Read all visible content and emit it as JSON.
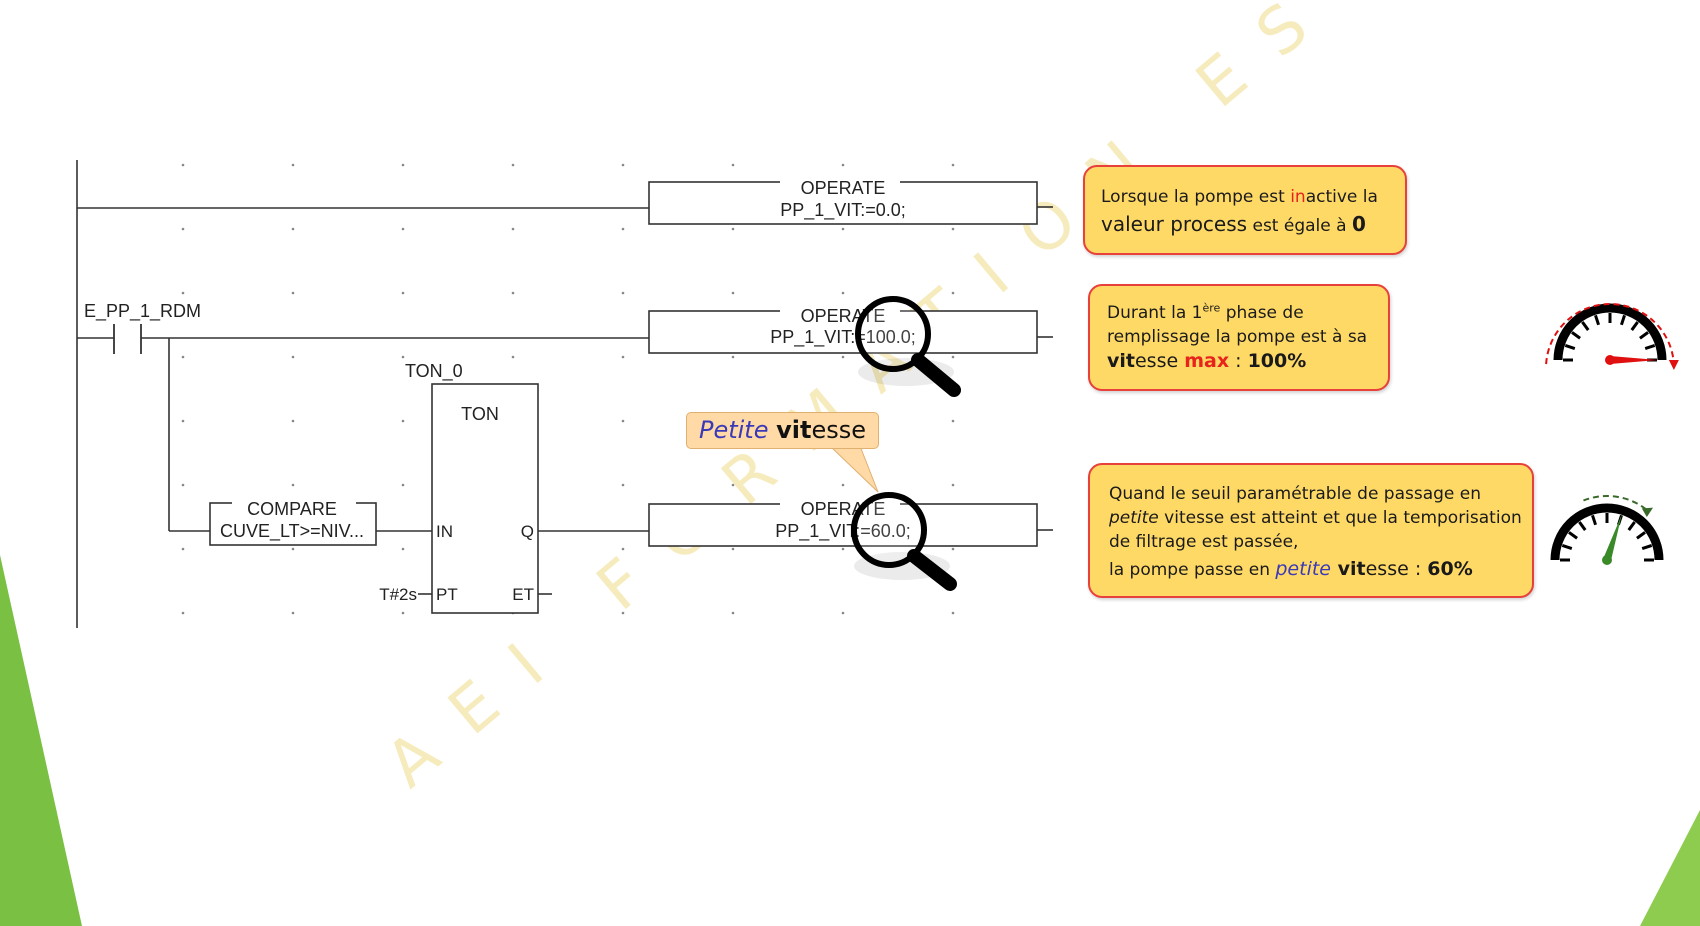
{
  "ladder": {
    "rung1": {
      "block_title": "OPERATE",
      "block_expr": "PP_1_VIT:=0.0;"
    },
    "rung2": {
      "contact_label": "E_PP_1_RDM",
      "block_title": "OPERATE",
      "block_expr": "PP_1_VIT:=100.0;"
    },
    "timer": {
      "instance": "TON_0",
      "type": "TON",
      "pin_in": "IN",
      "pin_pt": "PT",
      "pin_q": "Q",
      "pin_et": "ET",
      "preset": "T#2s"
    },
    "compare": {
      "title": "COMPARE",
      "expr": "CUVE_LT>=NIV..."
    },
    "rung3": {
      "block_title": "OPERATE",
      "block_expr": "PP_1_VIT:=60.0;"
    }
  },
  "watermark": {
    "text": "AEI FORMATION EST",
    "color": "#f3e3a0"
  },
  "bubble": {
    "italic": "Petite",
    "bold": "vit",
    "rest": "esse"
  },
  "callouts": {
    "c1": {
      "l1a": "Lorsque la pompe est ",
      "l1b": "in",
      "l1c": "active la",
      "l2a": "valeur process",
      "l2b": " est égale à ",
      "l2c": "0"
    },
    "c2": {
      "l1a": "Durant la 1",
      "l1sup": "ère",
      "l1c": " phase de",
      "l2": "remplissage la pompe est à sa",
      "l3a": "vit",
      "l3b": "esse ",
      "l3c": "max",
      "l3d": " : ",
      "l3e": "100%"
    },
    "c3": {
      "l1": "Quand le seuil paramétrable de passage en",
      "l2a": "petite",
      "l2b": " vitesse est atteint et que la temporisation",
      "l3": "de filtrage est passée,",
      "l4a": "la pompe passe en ",
      "l4b": "petite",
      "l4c": " vit",
      "l4d": "esse : ",
      "l4e": "60%"
    }
  },
  "gauges": [
    {
      "name": "max-speed",
      "level_percent": 100,
      "needle_color": "#e01010",
      "arrow_color": "#e01010"
    },
    {
      "name": "low-speed",
      "level_percent": 60,
      "needle_color": "#3a8a2a",
      "arrow_color": "#3a6a2a"
    }
  ],
  "colors": {
    "callout_fill": "#ffd966",
    "callout_border": "#e8403a",
    "accent_green": "#7ac143",
    "highlight_red": "#e8231c",
    "highlight_blue": "#3a3ab8"
  }
}
